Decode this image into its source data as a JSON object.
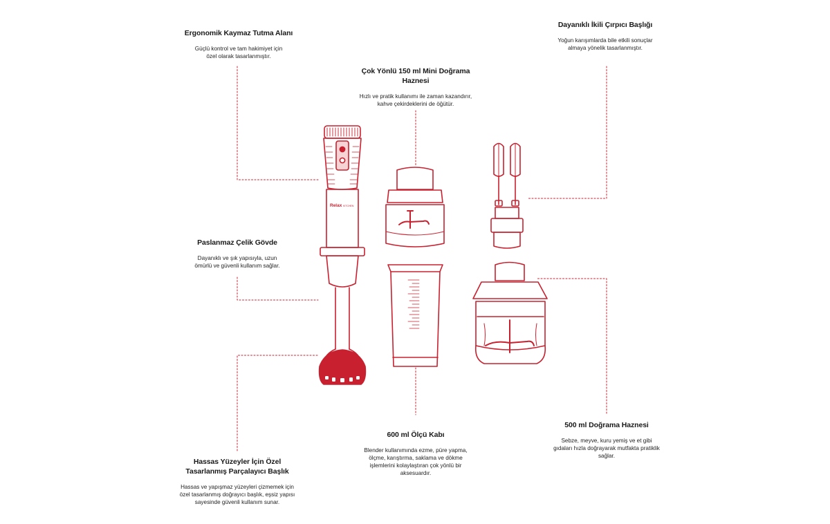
{
  "colors": {
    "accent": "#c8202e",
    "text": "#1a1a1a",
    "background": "#ffffff"
  },
  "features": {
    "grip": {
      "title": "Ergonomik Kaymaz Tutma Alanı",
      "desc": "Güçlü kontrol ve tam hakimiyet için özel olarak tasarlanmıştır."
    },
    "whisk": {
      "title": "Dayanıklı İkili Çırpıcı Başlığı",
      "desc": "Yoğun karışımlarda bile etkili sonuçlar almaya yönelik tasarlanmıştır."
    },
    "mini": {
      "title": "Çok Yönlü 150 ml Mini Doğrama Haznesi",
      "desc": "Hızlı ve pratik kullanımı ile zaman kazandırır, kahve çekirdeklerini de öğütür."
    },
    "body": {
      "title": "Paslanmaz Çelik Gövde",
      "desc": "Dayanıklı ve şık yapısıyla, uzun ömürlü ve güvenli kullanım sağlar."
    },
    "blade": {
      "title": "Hassas Yüzeyler İçin Özel Tasarlanmış Parçalayıcı Başlık",
      "desc": "Hassas ve yapışmaz yüzeyleri çizmemek için özel tasarlanmış doğrayıcı başlık, eşsiz yapısı sayesinde güvenli kullanım sunar."
    },
    "cup": {
      "title": "600 ml Ölçü Kabı",
      "desc": "Blender kullanımında ezme, püre yapma, ölçme, karıştırma, saklama ve dökme işlemlerini kolaylaştıran çok yönlü bir aksesuardır."
    },
    "chopper": {
      "title": "500 ml Doğrama Haznesi",
      "desc": "Sebze, meyve, kuru yemiş ve et gibi gıdaları hızla doğrayarak mutfakta pratiklik sağlar."
    }
  },
  "product": {
    "brand": "Relax",
    "sub_brand": "KITCHEN"
  }
}
